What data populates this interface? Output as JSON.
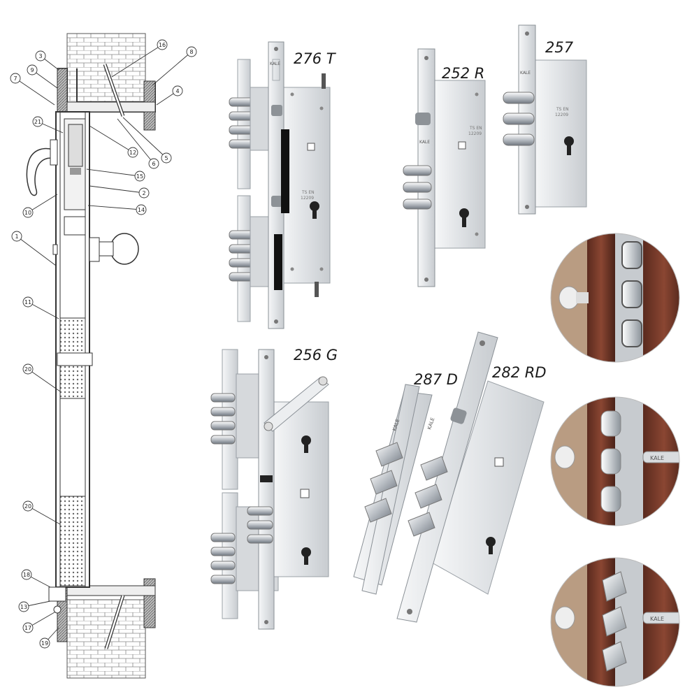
{
  "models": [
    {
      "id": "276t",
      "label": "276 T"
    },
    {
      "id": "252r",
      "label": "252 R"
    },
    {
      "id": "257",
      "label": "257"
    },
    {
      "id": "256g",
      "label": "256 G"
    },
    {
      "id": "287d",
      "label": "287 D"
    },
    {
      "id": "282rd",
      "label": "282 RD"
    }
  ],
  "diagram": {
    "callouts": [
      "16",
      "8",
      "3",
      "9",
      "7",
      "4",
      "21",
      "5",
      "6",
      "12",
      "15",
      "2",
      "14",
      "10",
      "1",
      "11",
      "20",
      "20",
      "18",
      "13",
      "17",
      "19"
    ]
  },
  "brand": {
    "name": "KALE"
  },
  "standard_stamp": {
    "line1": "TS EN",
    "line2": "12209"
  },
  "bolt_views": [
    {
      "id": "view-flat-bolts",
      "shape": "rounded-square"
    },
    {
      "id": "view-round-bolts",
      "shape": "rounded-square"
    },
    {
      "id": "view-angled-bolts",
      "shape": "angled"
    }
  ],
  "colors": {
    "steel": "#e4e6e9",
    "steel_dark": "#9aa0a6",
    "wood": "#7a3a2a",
    "line": "#333333"
  }
}
